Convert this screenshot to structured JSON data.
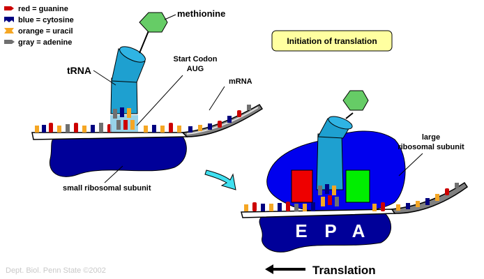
{
  "legend": [
    {
      "text": "red = guanine",
      "color": "#cc0000"
    },
    {
      "text": "blue = cytosine",
      "color": "#000080"
    },
    {
      "text": "orange = uracil",
      "color": "#f5a623"
    },
    {
      "text": "gray = adenine",
      "color": "#707070"
    }
  ],
  "labels": {
    "methionine": "methionine",
    "trna": "tRNA",
    "start_codon": "Start Codon",
    "aug": "AUG",
    "mrna": "mRNA",
    "small_subunit": "small ribosomal subunit",
    "large_line1": "large",
    "large_line2": "ribosomal subunit",
    "site_e": "E",
    "site_p": "P",
    "site_a": "A",
    "translation": "Translation",
    "credit": "Dept. Biol. Penn State ©2002"
  },
  "title_box": {
    "text": "Initiation of translation",
    "fill": "#ffffa0"
  },
  "colors": {
    "guanine": "#cc0000",
    "cytosine": "#000080",
    "uracil": "#f5a623",
    "adenine": "#707070",
    "ribosome_small": "#000099",
    "ribosome_large": "#0000ee",
    "trna": "#1ea0d0",
    "methionine": "#66cc66",
    "e_site_trna": "#ee0000",
    "a_site_trna": "#00ee00",
    "arrow": "#40e0f0"
  }
}
